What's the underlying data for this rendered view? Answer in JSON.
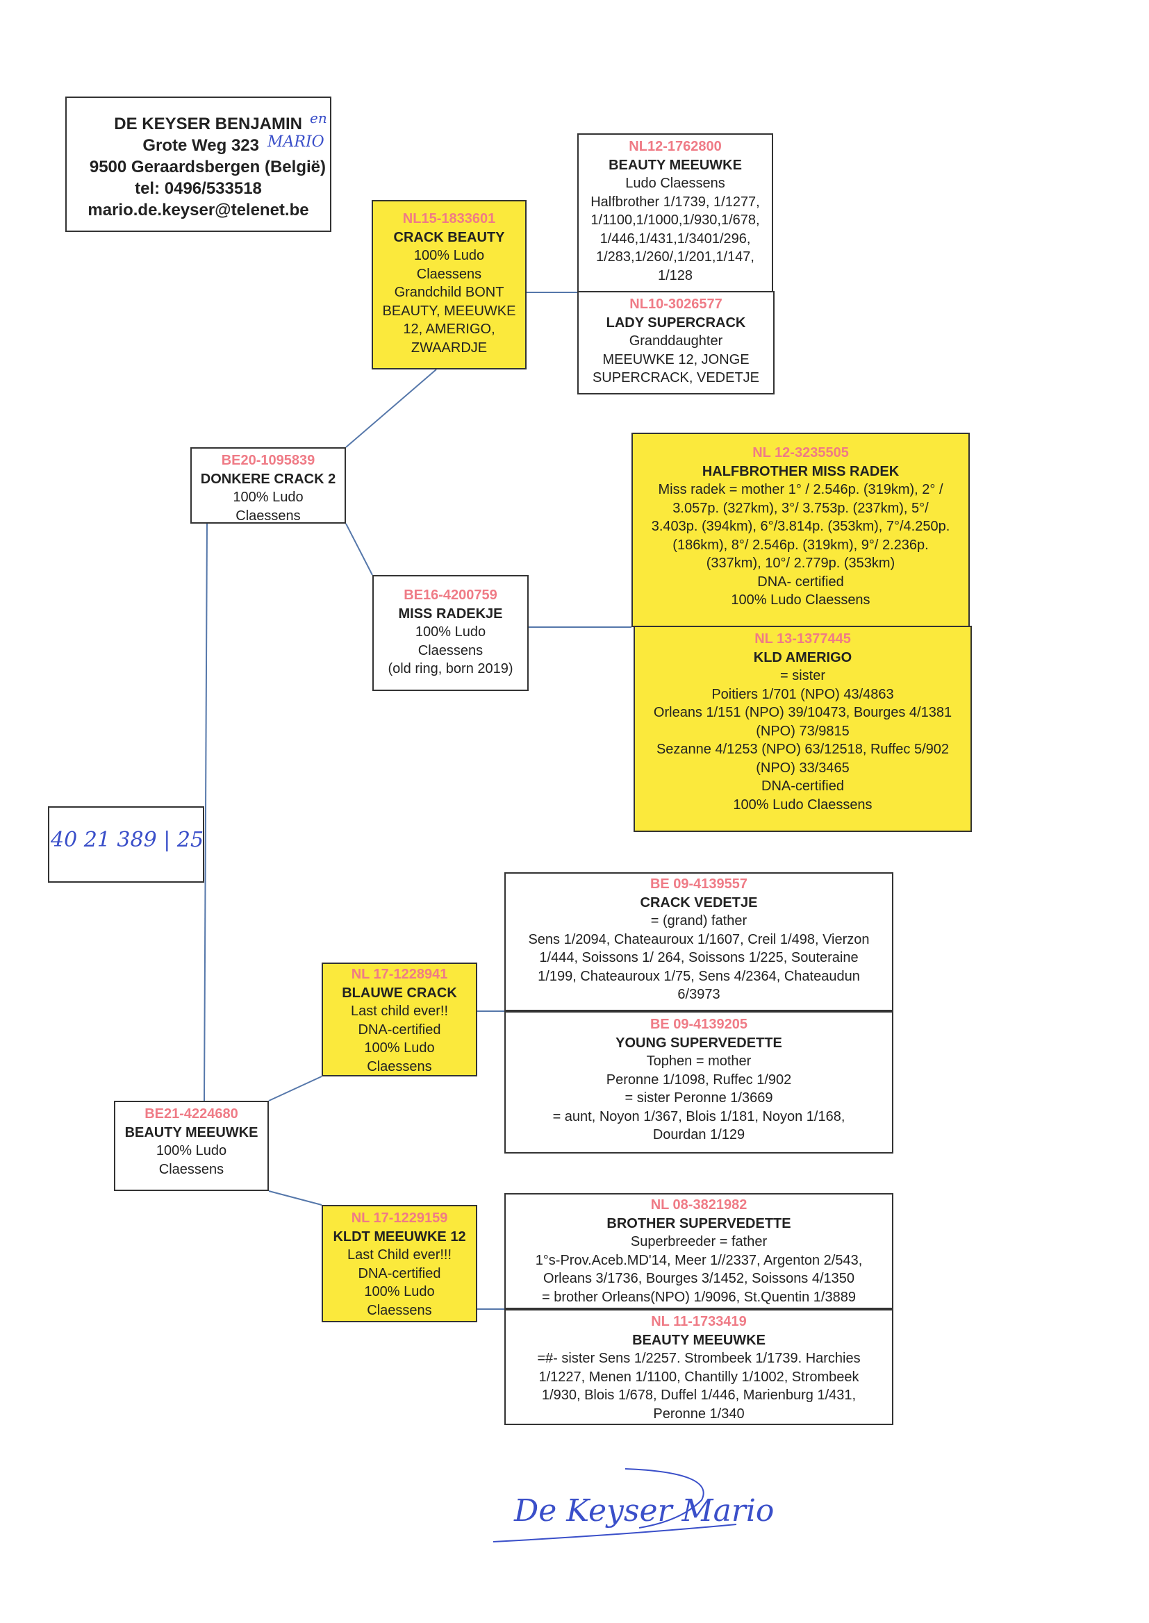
{
  "owner": {
    "lines": [
      "DE KEYSER BENJAMIN",
      "Grote Weg 323",
      "9500 Geraardsbergen (België)",
      "tel: 0496/533518",
      "mario.de.keyser@telenet.be"
    ],
    "handwritten_en": "en",
    "handwritten_name": "MARIO"
  },
  "handwritten_ring": "40 21 389 | 25",
  "signature": "De Keyser Mario",
  "colors": {
    "ring": "#ef7b86",
    "highlight": "#fbe93c",
    "line": "#5577aa"
  },
  "birds": {
    "subject": {
      "ring": "BE21-4224680",
      "name": "BEAUTY MEEUWKE",
      "lines": [
        "100% Ludo",
        "Claessens"
      ]
    },
    "father": {
      "ring": "BE20-1095839",
      "name": "DONKERE CRACK 2",
      "lines": [
        "100% Ludo",
        "Claessens"
      ]
    },
    "ff": {
      "ring": "NL15-1833601",
      "name": "CRACK BEAUTY",
      "lines": [
        "100% Ludo",
        "Claessens",
        "Grandchild BONT",
        "BEAUTY, MEEUWKE",
        "12, AMERIGO,",
        "ZWAARDJE"
      ]
    },
    "fff": {
      "ring": "NL12-1762800",
      "name": "BEAUTY MEEUWKE",
      "lines": [
        "Ludo Claessens",
        "Halfbrother 1/1739, 1/1277,",
        "1/1100,1/1000,1/930,1/678,",
        "1/446,1/431,1/3401/296,",
        "1/283,1/260/,1/201,1/147,",
        "1/128"
      ]
    },
    "ffm": {
      "ring": "NL10-3026577",
      "name": "LADY SUPERCRACK",
      "lines": [
        "Granddaughter",
        "MEEUWKE 12, JONGE",
        "SUPERCRACK, VEDETJE"
      ]
    },
    "fm": {
      "ring": "BE16-4200759",
      "name": "MISS RADEKJE",
      "lines": [
        "100% Ludo",
        "Claessens",
        "(old ring, born 2019)"
      ]
    },
    "fmf": {
      "ring": "NL 12-3235505",
      "name": "HALFBROTHER MISS RADEK",
      "lines": [
        "Miss radek = mother 1° / 2.546p. (319km), 2° /",
        "3.057p. (327km), 3°/ 3.753p. (237km), 5°/",
        "3.403p. (394km), 6°/3.814p. (353km), 7°/4.250p.",
        "(186km), 8°/ 2.546p. (319km), 9°/ 2.236p.",
        "(337km), 10°/ 2.779p. (353km)",
        "DNA- certified",
        "100% Ludo Claessens"
      ]
    },
    "fmm": {
      "ring": "NL 13-1377445",
      "name": "KLD AMERIGO",
      "lines": [
        "= sister",
        "Poitiers 1/701 (NPO) 43/4863",
        "Orleans 1/151 (NPO) 39/10473, Bourges 4/1381",
        "(NPO) 73/9815",
        "Sezanne 4/1253 (NPO) 63/12518, Ruffec 5/902",
        "(NPO) 33/3465",
        "DNA-certified",
        "100% Ludo Claessens"
      ]
    },
    "mf": {
      "ring": "NL 17-1228941",
      "name": "BLAUWE CRACK",
      "lines": [
        "Last child ever!!",
        "DNA-certified",
        "100% Ludo",
        "Claessens"
      ]
    },
    "mff": {
      "ring": "BE 09-4139557",
      "name": "CRACK VEDETJE",
      "lines": [
        "= (grand) father",
        "Sens 1/2094, Chateauroux 1/1607, Creil 1/498, Vierzon",
        "1/444, Soissons 1/ 264, Soissons 1/225, Souteraine",
        "1/199, Chateauroux 1/75, Sens 4/2364, Chateaudun",
        "6/3973"
      ]
    },
    "mfm": {
      "ring": "BE 09-4139205",
      "name": "YOUNG SUPERVEDETTE",
      "lines": [
        "Tophen = mother",
        "Peronne 1/1098, Ruffec 1/902",
        "= sister Peronne 1/3669",
        "= aunt, Noyon 1/367, Blois 1/181, Noyon 1/168,",
        "Dourdan 1/129"
      ]
    },
    "mm": {
      "ring": "NL 17-1229159",
      "name": "KLDT MEEUWKE 12",
      "lines": [
        "Last Child ever!!!",
        "DNA-certified",
        "100% Ludo",
        "Claessens"
      ]
    },
    "mmf": {
      "ring": "NL 08-3821982",
      "name": "BROTHER SUPERVEDETTE",
      "lines": [
        "Superbreeder = father",
        "1°s-Prov.Aceb.MD'14, Meer 1//2337, Argenton 2/543,",
        "Orleans 3/1736, Bourges 3/1452, Soissons 4/1350",
        "= brother Orleans(NPO) 1/9096, St.Quentin 1/3889"
      ]
    },
    "mmm": {
      "ring": "NL 11-1733419",
      "name": "BEAUTY MEEUWKE",
      "lines": [
        "=#- sister Sens 1/2257. Strombeek 1/1739. Harchies",
        "1/1227, Menen 1/1100, Chantilly 1/1002, Strombeek",
        "1/930, Blois 1/678, Duffel 1/446, Marienburg 1/431,",
        "Peronne 1/340"
      ]
    }
  }
}
